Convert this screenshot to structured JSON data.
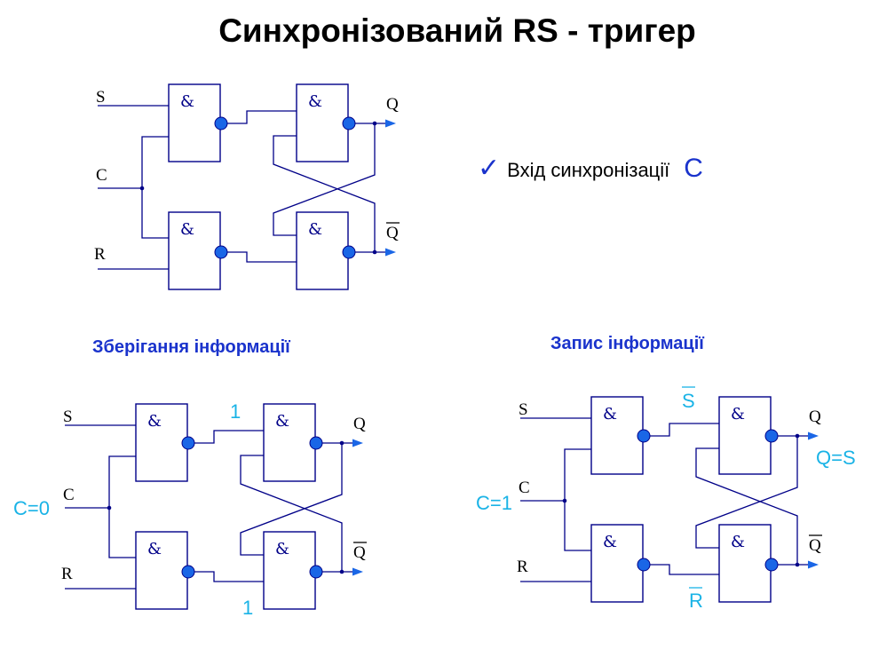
{
  "title": "Синхронізований RS - тригер",
  "bullet": {
    "icon": "checkmark-icon",
    "text": "Вхід синхронізації",
    "symbol": "C"
  },
  "gate_label": "&",
  "signals": {
    "s": "S",
    "c": "C",
    "r": "R",
    "q": "Q",
    "q_bar": "Q"
  },
  "sections": {
    "storage": {
      "heading": "Зберігання інформації",
      "clock_value": "C=0",
      "top_mid_value": "1",
      "bottom_mid_value": "1"
    },
    "write": {
      "heading": "Запис інформації",
      "clock_value": "C=1",
      "top_mid_value": "S",
      "bottom_mid_value": "R",
      "output_value": "Q=S"
    }
  },
  "colors": {
    "line": "#000088",
    "bubble": "#1a66e6",
    "heading": "#1a33cc",
    "annotation": "#1ab3e6"
  }
}
